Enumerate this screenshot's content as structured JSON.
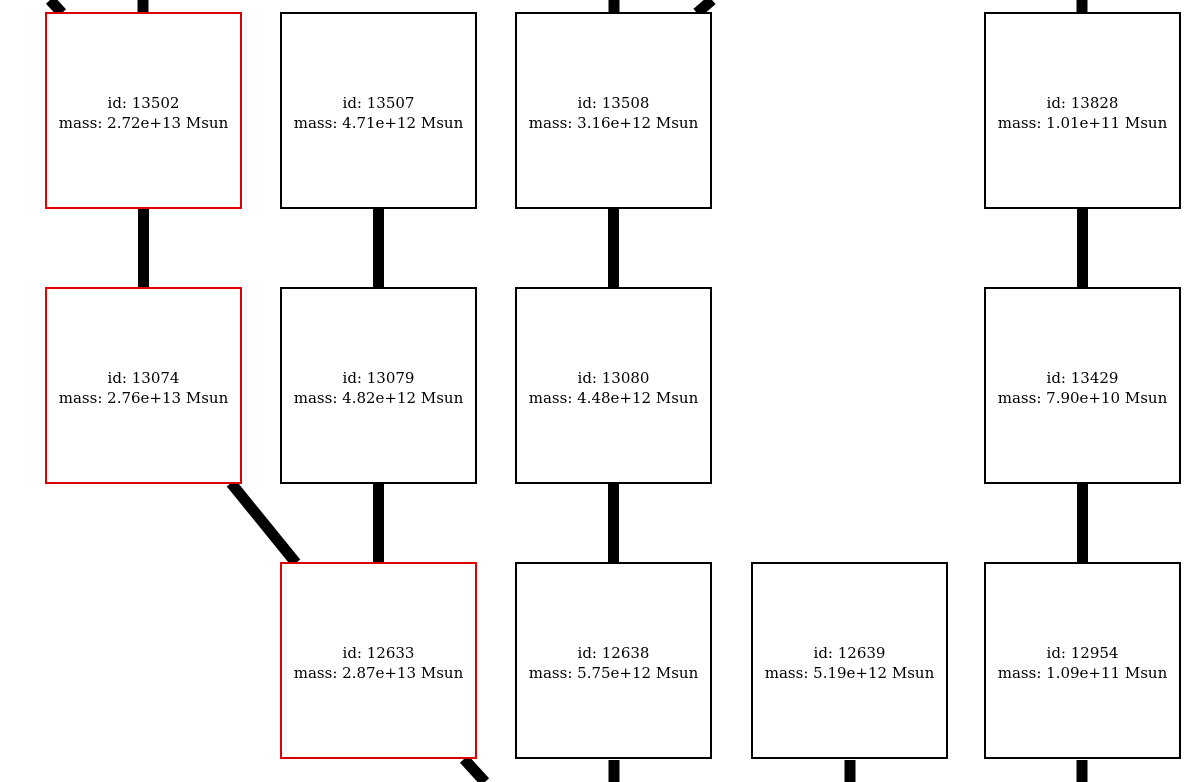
{
  "colors": {
    "main_branch": "#dd0000",
    "default": "#000000",
    "edge": "#000000"
  },
  "nodes": [
    {
      "key": "n13502",
      "id_label": "id: 13502",
      "mass_label": "mass: 2.72e+13 Msun",
      "main_branch": true
    },
    {
      "key": "n13507",
      "id_label": "id: 13507",
      "mass_label": "mass: 4.71e+12 Msun",
      "main_branch": false
    },
    {
      "key": "n13508",
      "id_label": "id: 13508",
      "mass_label": "mass: 3.16e+12 Msun",
      "main_branch": false
    },
    {
      "key": "n13828",
      "id_label": "id: 13828",
      "mass_label": "mass: 1.01e+11 Msun",
      "main_branch": false
    },
    {
      "key": "n13074",
      "id_label": "id: 13074",
      "mass_label": "mass: 2.76e+13 Msun",
      "main_branch": true
    },
    {
      "key": "n13079",
      "id_label": "id: 13079",
      "mass_label": "mass: 4.82e+12 Msun",
      "main_branch": false
    },
    {
      "key": "n13080",
      "id_label": "id: 13080",
      "mass_label": "mass: 4.48e+12 Msun",
      "main_branch": false
    },
    {
      "key": "n13429",
      "id_label": "id: 13429",
      "mass_label": "mass: 7.90e+10 Msun",
      "main_branch": false
    },
    {
      "key": "n12633",
      "id_label": "id: 12633",
      "mass_label": "mass: 2.87e+13 Msun",
      "main_branch": true
    },
    {
      "key": "n12638",
      "id_label": "id: 12638",
      "mass_label": "mass: 5.75e+12 Msun",
      "main_branch": false
    },
    {
      "key": "n12639",
      "id_label": "id: 12639",
      "mass_label": "mass: 5.19e+12 Msun",
      "main_branch": false
    },
    {
      "key": "n12954",
      "id_label": "id: 12954",
      "mass_label": "mass: 1.09e+11 Msun",
      "main_branch": false
    }
  ],
  "edges": [
    {
      "from": "n13502",
      "to": "n13074"
    },
    {
      "from": "n13507",
      "to": "n13079"
    },
    {
      "from": "n13508",
      "to": "n13080"
    },
    {
      "from": "n13828",
      "to": "n13429"
    },
    {
      "from": "n13074",
      "to": "n12633"
    },
    {
      "from": "n13079",
      "to": "n12633"
    },
    {
      "from": "n13080",
      "to": "n12638"
    },
    {
      "from": "n13429",
      "to": "n12954"
    }
  ]
}
